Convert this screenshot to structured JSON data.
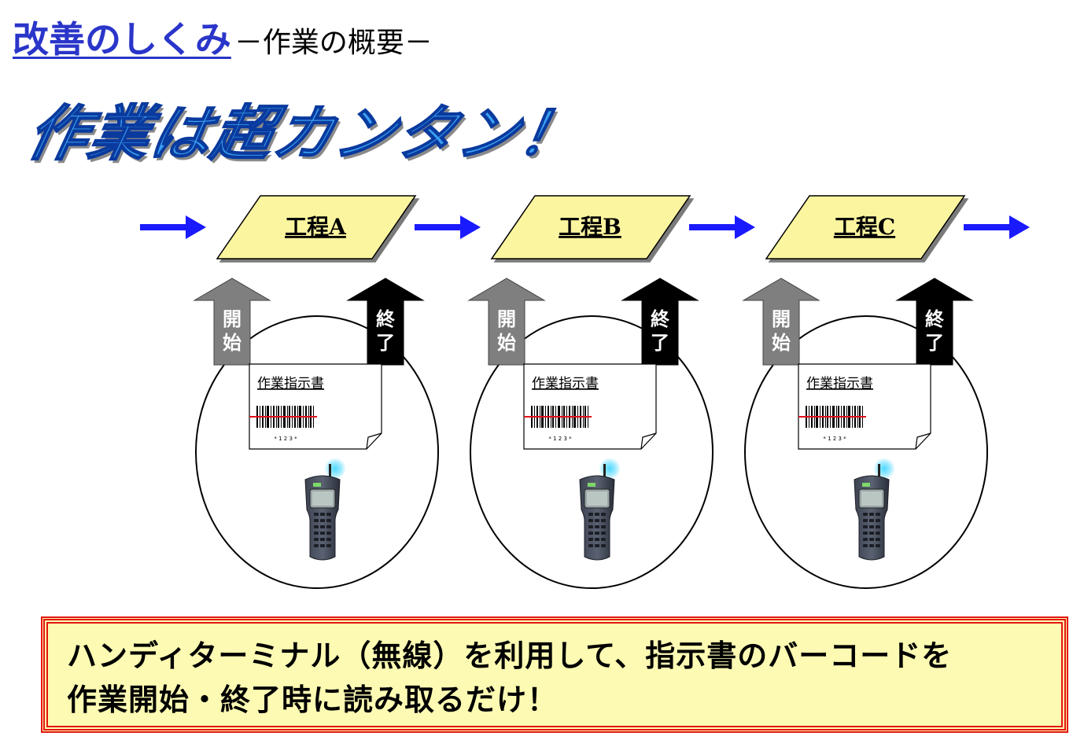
{
  "header": {
    "title": "改善のしくみ",
    "subtitle": "－作業の概要－"
  },
  "headline": "作業は超カンタン！",
  "processes": [
    {
      "label": "工程A",
      "start_label": "開始",
      "end_label": "終了",
      "document_title": "作業指示書",
      "barcode_text": "* 1 2 3 *"
    },
    {
      "label": "工程B",
      "start_label": "開始",
      "end_label": "終了",
      "document_title": "作業指示書",
      "barcode_text": "* 1 2 3 *"
    },
    {
      "label": "工程C",
      "start_label": "開始",
      "end_label": "終了",
      "document_title": "作業指示書",
      "barcode_text": "* 1 2 3 *"
    }
  ],
  "colors": {
    "flow_arrow": "#1a1aff",
    "process_fill": "#fbf59f",
    "start_arrow": "#7f7f7f",
    "end_arrow": "#000000",
    "note_fill": "#fdfbb3",
    "note_border": "#e3150f",
    "title": "#2a35c9",
    "headline": "#3aa0f2"
  },
  "note": {
    "line1": "ハンディターミナル（無線）を利用して、指示書のバーコードを",
    "line2": "作業開始・終了時に読み取るだけ！"
  }
}
